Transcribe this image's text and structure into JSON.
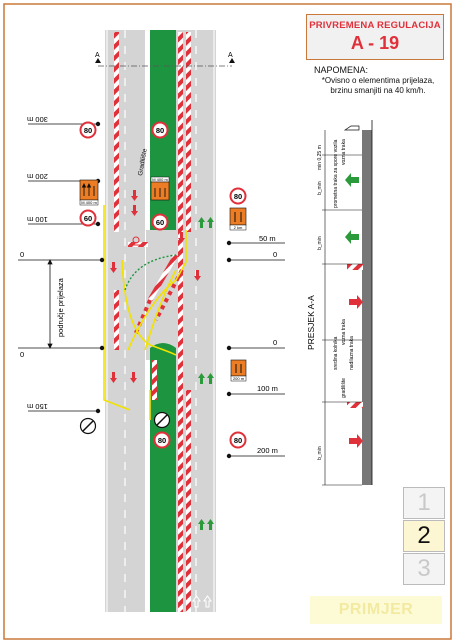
{
  "title": {
    "line1": "PRIVREMENA REGULACIJA",
    "code": "A - 19"
  },
  "note": {
    "heading": "NAPOMENA:",
    "line1": "*Ovisno o elementima prijelaza,",
    "line2": "brzinu smanjiti na 40 km/h."
  },
  "section_markers": {
    "left": "A",
    "right": "A"
  },
  "distance_labels_left": {
    "d300": "300 m",
    "d200": "200 m",
    "d100": "100 m",
    "zero_top": "0",
    "zero_bottom": "0",
    "d150": "150 m"
  },
  "zone_label": "područje prijelaza",
  "worksite_label": "Gradilište",
  "distance_labels_right": {
    "d50": "50 m",
    "d100": "100 m",
    "d200": "200 m",
    "zero_top": "0",
    "zero_bottom": "0"
  },
  "speed_signs": {
    "s80": "80",
    "s60": "60"
  },
  "info_sign_text": {
    "m400": "M 400 m",
    "m200": "200 m",
    "km2": "2 km"
  },
  "cross_section": {
    "title": "PRESJEK A-A",
    "min_label": "min 0,25 m",
    "lane1": "prometna traka za spore vozila",
    "lane2": "vozna traka",
    "lane3": "sredina kolnika",
    "lane4": "vozna traka",
    "lane5": "nadilazna traka",
    "worksite": "gradilište",
    "dim": "b_min"
  },
  "page_numbers": [
    "1",
    "2",
    "3"
  ],
  "active_page": "2",
  "watermark": "PRIMJER",
  "colors": {
    "frame": "#c8783a",
    "title": "#e0303a",
    "asphalt": "#d6d6d6",
    "median": "#1d9540",
    "arrow_green": "#2a9a3a",
    "arrow_red": "#e0303a",
    "yellow": "#f2e200",
    "sign_orange": "#ec7d24"
  }
}
